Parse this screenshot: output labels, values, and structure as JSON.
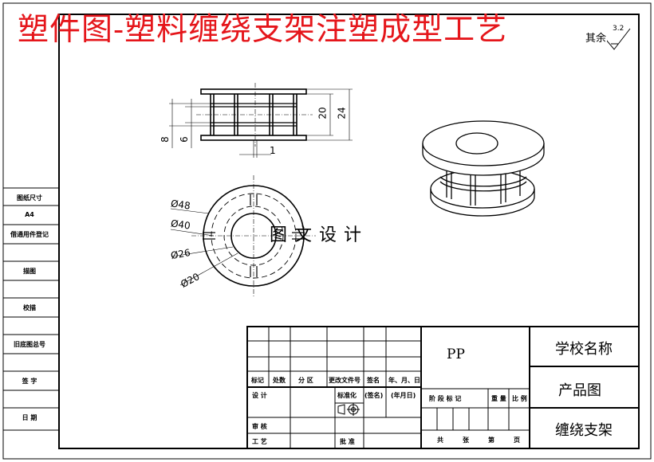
{
  "banner_title": "塑件图-塑料缠绕支架注塑成型工艺",
  "surface_finish": {
    "label": "其余",
    "roughness": "3.2"
  },
  "watermark": "图文设计",
  "side_block": {
    "drawing_size_label": "图纸尺寸",
    "drawing_size_value": "A4",
    "borrowed_label": "借通用件登记",
    "trace_label": "描图",
    "proof_label": "校描",
    "old_base_label": "旧底图总号",
    "sign_label": "签 字",
    "date_label": "日 期"
  },
  "views": {
    "front": {
      "dims": [
        "20",
        "24",
        "8",
        "6",
        "1"
      ]
    },
    "top": {
      "dims": [
        "Ø48",
        "Ø40",
        "Ø26",
        "Ø20"
      ]
    }
  },
  "title_block": {
    "rev_headers": [
      "标记",
      "处数",
      "分 区",
      "更改文件号",
      "签名",
      "年、月、日"
    ],
    "design": "设 计",
    "standardize": "标准化",
    "sign_paren": "(签名)",
    "date_paren": "(年月日)",
    "review": "审 核",
    "process": "工 艺",
    "approve": "批 准",
    "stage_headers": [
      "阶 段 标 记",
      "重 量",
      "比 例"
    ],
    "sheets": [
      "共",
      "张",
      "第",
      "页"
    ],
    "material": "PP",
    "school": "学校名称",
    "product": "产品图",
    "part_name": "缠绕支架"
  }
}
